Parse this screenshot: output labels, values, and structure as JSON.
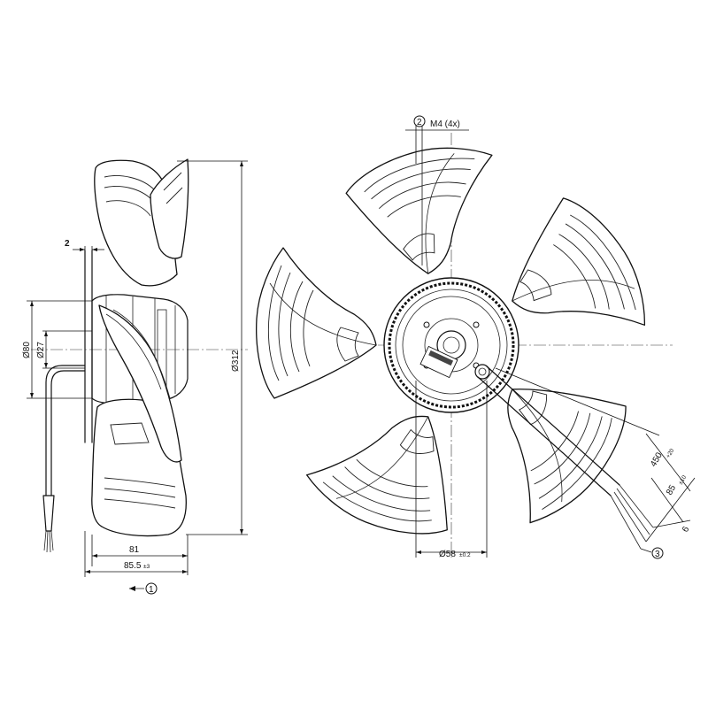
{
  "side_view": {
    "dim_top_gap": "2",
    "dim_hub_dia": "Ø80",
    "dim_shaft_dia": "Ø27",
    "dim_fan_dia": "Ø312",
    "dim_depth": "81",
    "dim_overall_main": "85.5",
    "dim_overall_tol": "±3",
    "callout_1": "1"
  },
  "front_view": {
    "callout_2": "2",
    "thread_label": "M4 (4x)",
    "dim_bolt_circle_main": "Ø58",
    "dim_bolt_circle_tol": "±0.2",
    "cable_length_main": "450",
    "cable_length_tol": "+20",
    "strip_length_main": "85",
    "strip_length_tol": "±10",
    "wire_end": "6",
    "callout_3": "3"
  }
}
